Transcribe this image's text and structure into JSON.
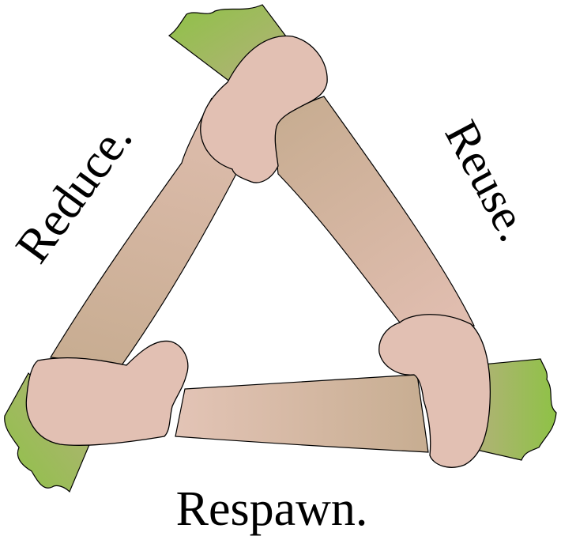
{
  "labels": {
    "reduce": "Reduce.",
    "reuse": "Reuse.",
    "respawn": "Respawn."
  },
  "colors": {
    "background": "#ffffff",
    "limb_light": "#e3bfb3",
    "limb_mid": "#d8b8a6",
    "limb_dark": "#c7ad91",
    "hand": "#e2c0b3",
    "green_light": "#b5b07d",
    "green_dark": "#8ec246",
    "outline": "#000000",
    "text": "#000000"
  },
  "diagram": {
    "shape": "triangle of three arm-like limbs",
    "limbs": [
      "left",
      "right",
      "bottom"
    ]
  }
}
